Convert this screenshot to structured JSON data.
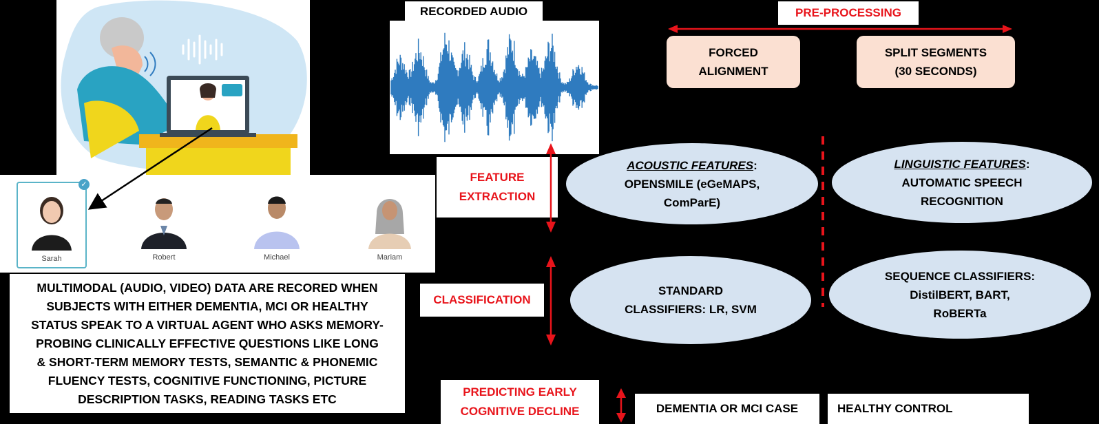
{
  "recorded_audio": "RECORDED AUDIO",
  "pre_processing": {
    "title": "PRE-PROCESSING",
    "forced_alignment": [
      "FORCED",
      "ALIGNMENT"
    ],
    "split_segments": [
      "SPLIT SEGMENTS",
      "(30 SECONDS)"
    ]
  },
  "feature_extraction": [
    "FEATURE",
    "EXTRACTION"
  ],
  "acoustic": {
    "heading": "ACOUSTIC FEATURES",
    "colon": ":",
    "lines": [
      "OPENSMILE (eGeMAPS,",
      "ComParE)"
    ]
  },
  "linguistic": {
    "heading": "LINGUISTIC FEATURES",
    "colon": ":",
    "lines": [
      "AUTOMATIC SPEECH",
      "RECOGNITION"
    ]
  },
  "classification": "CLASSIFICATION",
  "standard": [
    "STANDARD",
    "CLASSIFIERS: LR, SVM"
  ],
  "sequence": [
    "SEQUENCE CLASSIFIERS:",
    "DistilBERT, BART,",
    "RoBERTa"
  ],
  "predicting": [
    "PREDICTING EARLY",
    "COGNITIVE DECLINE"
  ],
  "outcomes": {
    "dementia": "DEMENTIA OR MCI CASE",
    "healthy": "HEALTHY CONTROL"
  },
  "description": [
    "MULTIMODAL (AUDIO, VIDEO) DATA ARE RECORED WHEN",
    "SUBJECTS WITH EITHER DEMENTIA, MCI OR HEALTHY",
    "STATUS SPEAK TO A VIRTUAL AGENT WHO ASKS MEMORY-",
    "PROBING CLINICALLY EFFECTIVE QUESTIONS LIKE LONG",
    "& SHORT-TERM MEMORY TESTS, SEMANTIC & PHONEMIC",
    "FLUENCY TESTS, COGNITIVE FUNCTIONING, PICTURE",
    "DESCRIPTION TASKS, READING TASKS ETC"
  ],
  "avatars": [
    "Sarah",
    "Robert",
    "Michael",
    "Mariam"
  ],
  "colors": {
    "accent_red": "#e8141b",
    "ellipse": "#d6e3f1",
    "peach": "#fbe0d2",
    "waveform": "#2f7bbf"
  }
}
